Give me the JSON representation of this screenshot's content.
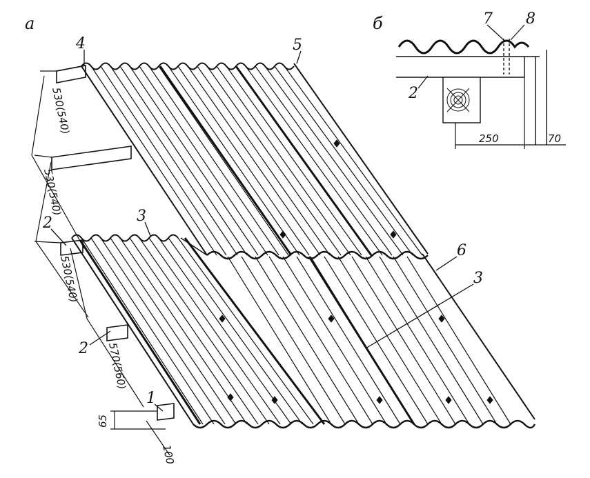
{
  "panel_labels": {
    "a": "а",
    "b": "б"
  },
  "callouts": {
    "n1": "1",
    "n2a": "2",
    "n2b": "2",
    "n3a": "3",
    "n3b": "3",
    "n4": "4",
    "n5": "5",
    "n6": "6",
    "n7": "7",
    "n8": "8",
    "n2_detail": "2"
  },
  "dimensions": {
    "d1": "530(540)",
    "d2": "530(540)",
    "d3": "530(540)",
    "d4": "570(560)",
    "d5": "65",
    "d6": "100",
    "detail_250": "250",
    "detail_70": "70"
  }
}
